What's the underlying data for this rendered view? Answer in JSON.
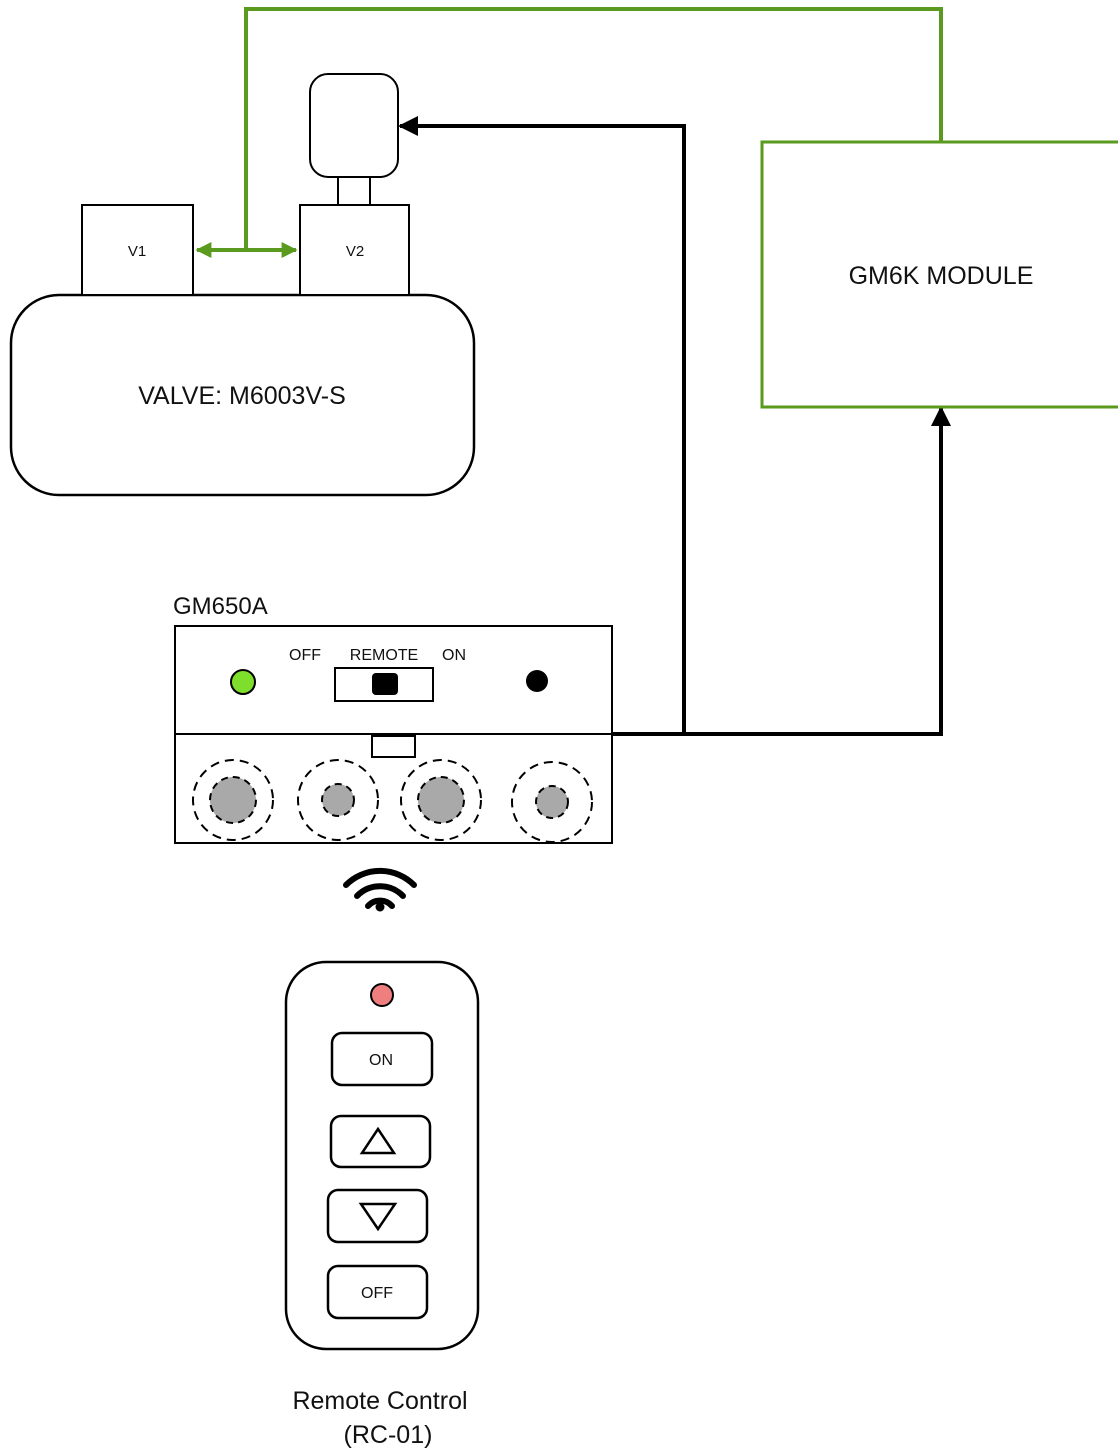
{
  "colors": {
    "green_wire": "#5a9a1e",
    "black_wire": "#000000",
    "led_green": "#7ddf2b",
    "led_red": "#ef7f7f",
    "knob_fill": "#a9a9a9"
  },
  "valve": {
    "label": "VALVE: M6003V-S",
    "port_v1": "V1",
    "port_v2": "V2"
  },
  "module": {
    "label": "GM6K MODULE"
  },
  "controller": {
    "title": "GM650A",
    "switch_off": "OFF",
    "switch_remote": "REMOTE",
    "switch_on": "ON",
    "knob_count": 4
  },
  "remote": {
    "label_line1": "Remote Control",
    "label_line2": "(RC-01)",
    "on_button": "ON",
    "off_button": "OFF",
    "up_icon": "triangle-up-icon",
    "down_icon": "triangle-down-icon"
  },
  "icons": {
    "wireless": "wifi-icon"
  }
}
